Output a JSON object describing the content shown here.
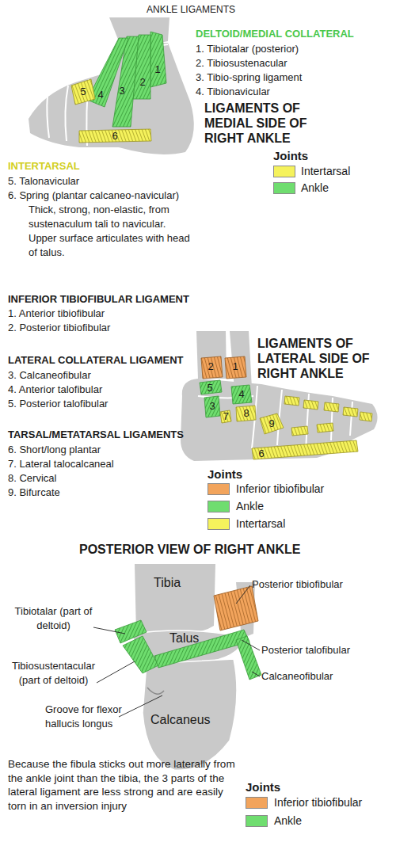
{
  "diagram": {
    "title": "ANKLE LIGAMENTS",
    "caption": "Because the fibula sticks out more laterally from the ankle joint than the tibia, the 3 parts of the lateral ligament are less strong and are easily torn in an inversion injury",
    "labels": [
      "DELTOID/MEDIAL COLLATERAL",
      "1. Tibiotalar (posterior)",
      "2. Tibiosustenacular",
      "3. Tibio-spring ligament",
      "4. Tibionavicular",
      "LIGAMENTS OF MEDIAL SIDE OF RIGHT ANKLE",
      "5",
      "4",
      "3",
      "2",
      "1",
      "6",
      "INTERTARSAL",
      "5. Talonavicular",
      "6. Spring (plantar calcaneo-navicular)",
      "Thick, strong, non-elastic, from sustenaculum tali to navicular. Upper surface articulates with head of talus.",
      "Joints",
      "INFERIOR TIBIOFIBULAR LIGAMENT",
      "1. Anterior tibiofibular",
      "2. Posterior tibiofibular",
      "LIGAMENTS OF LATERAL SIDE OF RIGHT ANKLE",
      "LATERAL COLLATERAL LIGAMENT",
      "3. Calcaneofibular",
      "4. Anterior talofibular",
      "5. Posterior talofibular",
      "TARSAL/METATARSAL LIGAMENTS",
      "6. Short/long plantar",
      "7. Lateral talocalcaneal",
      "8. Cervical",
      "9. Bifurcate",
      "2",
      "1",
      "5",
      "4",
      "3",
      "7",
      "8",
      "9",
      "6",
      "Joints",
      "POSTERIOR VIEW OF RIGHT ANKLE",
      "Tibia",
      "Posterior tibiofibular",
      "Tibiotalar (part of deltoid)",
      "Talus",
      "Tibiosustentacular (part of deltoid)",
      "Posterior talofibular",
      "Calcaneofibular",
      "Groove for flexor hallucis longus",
      "Calcaneus",
      "Joints"
    ],
    "legend": [
      {
        "text": "Intertarsal",
        "color": "#f5f25c"
      },
      {
        "text": "Ankle",
        "color": "#6fdd6f"
      },
      {
        "text": "Inferior tibiofibular",
        "color": "#f2a45c"
      },
      {
        "text": "Ankle",
        "color": "#6fdd6f"
      },
      {
        "text": "Intertarsal",
        "color": "#f5f25c"
      },
      {
        "text": "Inferior tibiofibular",
        "color": "#f2a45c"
      },
      {
        "text": "Ankle",
        "color": "#6fdd6f"
      }
    ]
  }
}
